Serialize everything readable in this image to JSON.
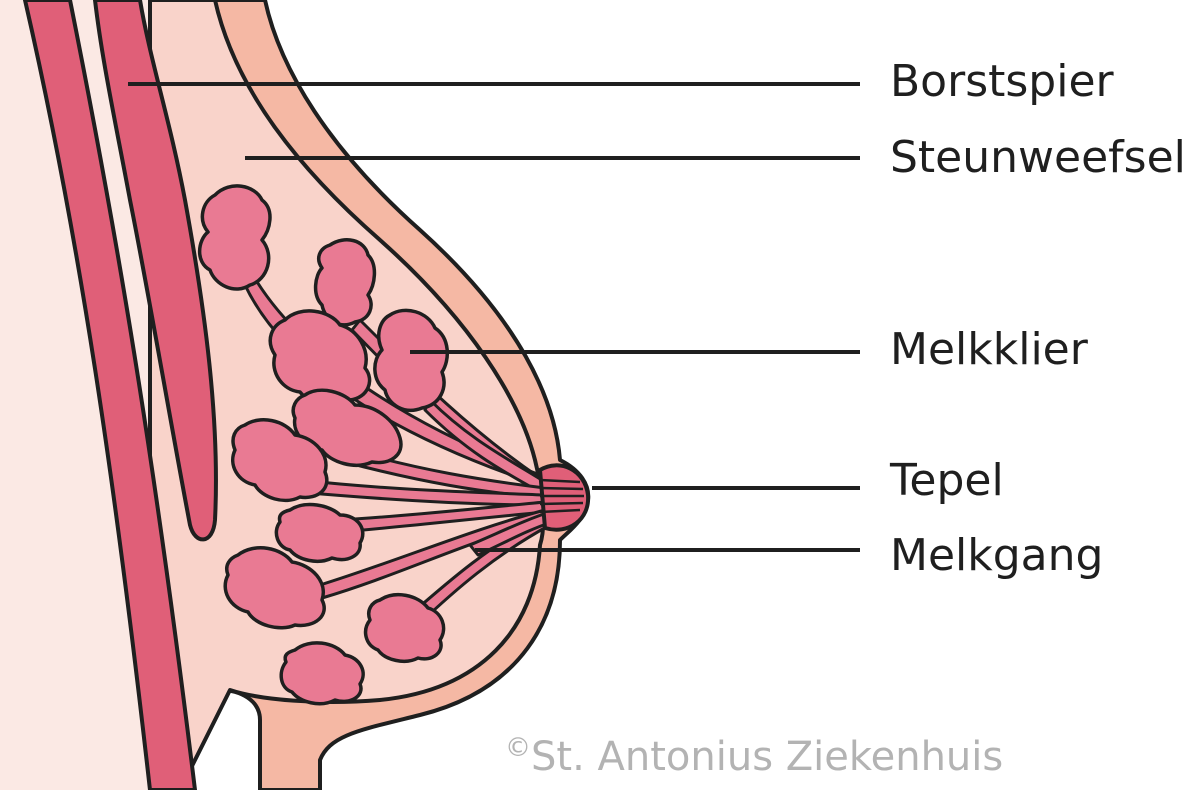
{
  "labels": {
    "borstspier": "Borstspier",
    "steunweefsel": "Steunweefsel",
    "melkklier": "Melkklier",
    "tepel": "Tepel",
    "melkgang": "Melkgang"
  },
  "copyright": {
    "symbol": "©",
    "text": "St. Antonius Ziekenhuis"
  },
  "colors": {
    "chest_wall": "#fbe9e4",
    "skin": "#f5b8a4",
    "tissue": "#f9d3ca",
    "muscle": "#e05f78",
    "gland": "#e97a93",
    "outline": "#1f1f1f",
    "leader": "#1f1f1f"
  }
}
